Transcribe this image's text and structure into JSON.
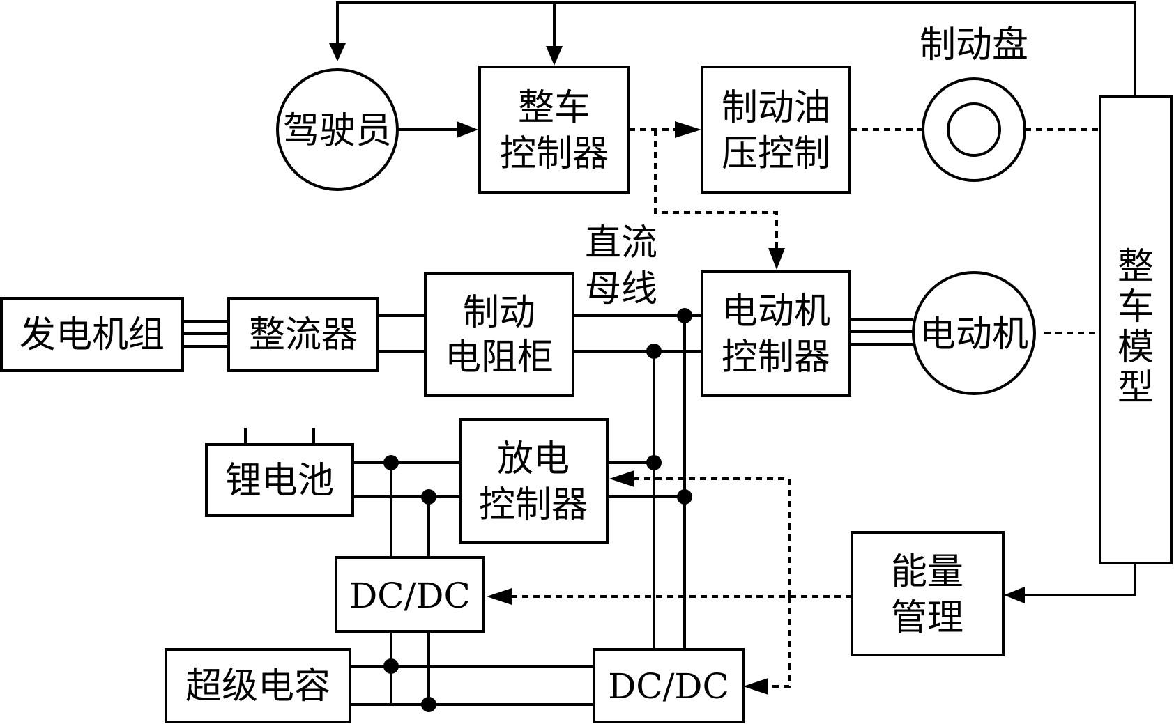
{
  "diagram": {
    "driver": [
      "驾驶员"
    ],
    "vehicle_controller": [
      "整车",
      "控制器"
    ],
    "brake_hydraulic_control": [
      "制动油",
      "压控制"
    ],
    "brake_disc": [
      "制动盘"
    ],
    "vehicle_model": [
      "整",
      "车",
      "模",
      "型"
    ],
    "dc_bus": [
      "直流",
      "母线"
    ],
    "generator_set": [
      "发电机组"
    ],
    "rectifier": [
      "整流器"
    ],
    "brake_resistor_cabinet": [
      "制动",
      "电阻柜"
    ],
    "motor_controller": [
      "电动机",
      "控制器"
    ],
    "motor": [
      "电动机"
    ],
    "lithium_battery": [
      "锂电池"
    ],
    "discharge_controller": [
      "放电",
      "控制器"
    ],
    "dcdc_upper": [
      "DC/DC"
    ],
    "energy_management": [
      "能量",
      "管理"
    ],
    "supercapacitor": [
      "超级电容"
    ],
    "dcdc_lower": [
      "DC/DC"
    ]
  }
}
